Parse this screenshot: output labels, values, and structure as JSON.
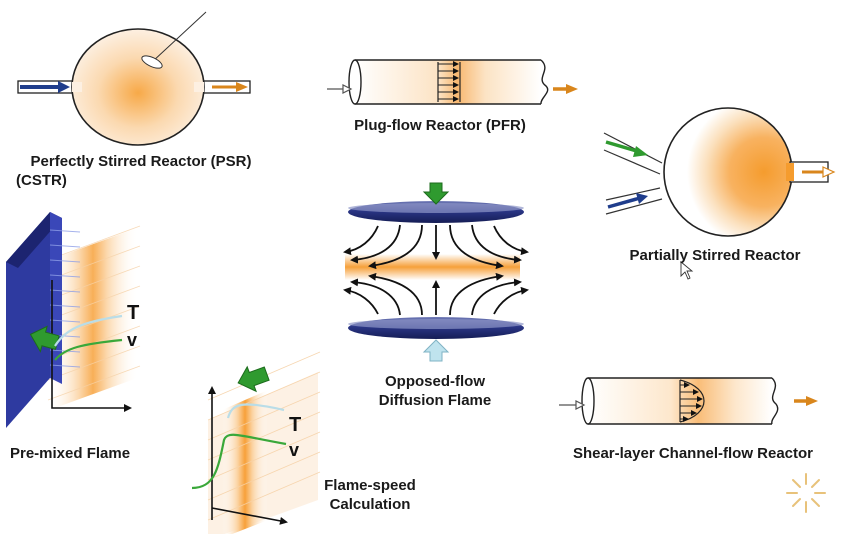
{
  "labels": {
    "psr_line1": "Perfectly Stirred Reactor (PSR)",
    "psr_line2": "(CSTR)",
    "pfr": "Plug-flow Reactor (PFR)",
    "partially_stirred": "Partially Stirred Reactor",
    "opposed_line1": "Opposed-flow",
    "opposed_line2": "Diffusion Flame",
    "premixed": "Pre-mixed Flame",
    "flamespeed_line1": "Flame-speed",
    "flamespeed_line2": "Calculation",
    "shear_layer": "Shear-layer Channel-flow Reactor"
  },
  "symbols": {
    "premixed_T": "T",
    "premixed_v": "v",
    "flamespeed_T": "T",
    "flamespeed_v": "v"
  },
  "colors": {
    "flame_orange": "#f7a53a",
    "inlet_blue": "#1f3d8c",
    "outlet_orange": "#d9861c",
    "green_arrow": "#2f9a2f",
    "plate_navy": "#1e2a6e",
    "light_blue_arrow": "#bfe3ee",
    "T_curve": "#b9dde8",
    "v_curve": "#3aa83a"
  },
  "icons": [
    "stirrer-icon",
    "spinner-icon",
    "cursor-icon"
  ]
}
